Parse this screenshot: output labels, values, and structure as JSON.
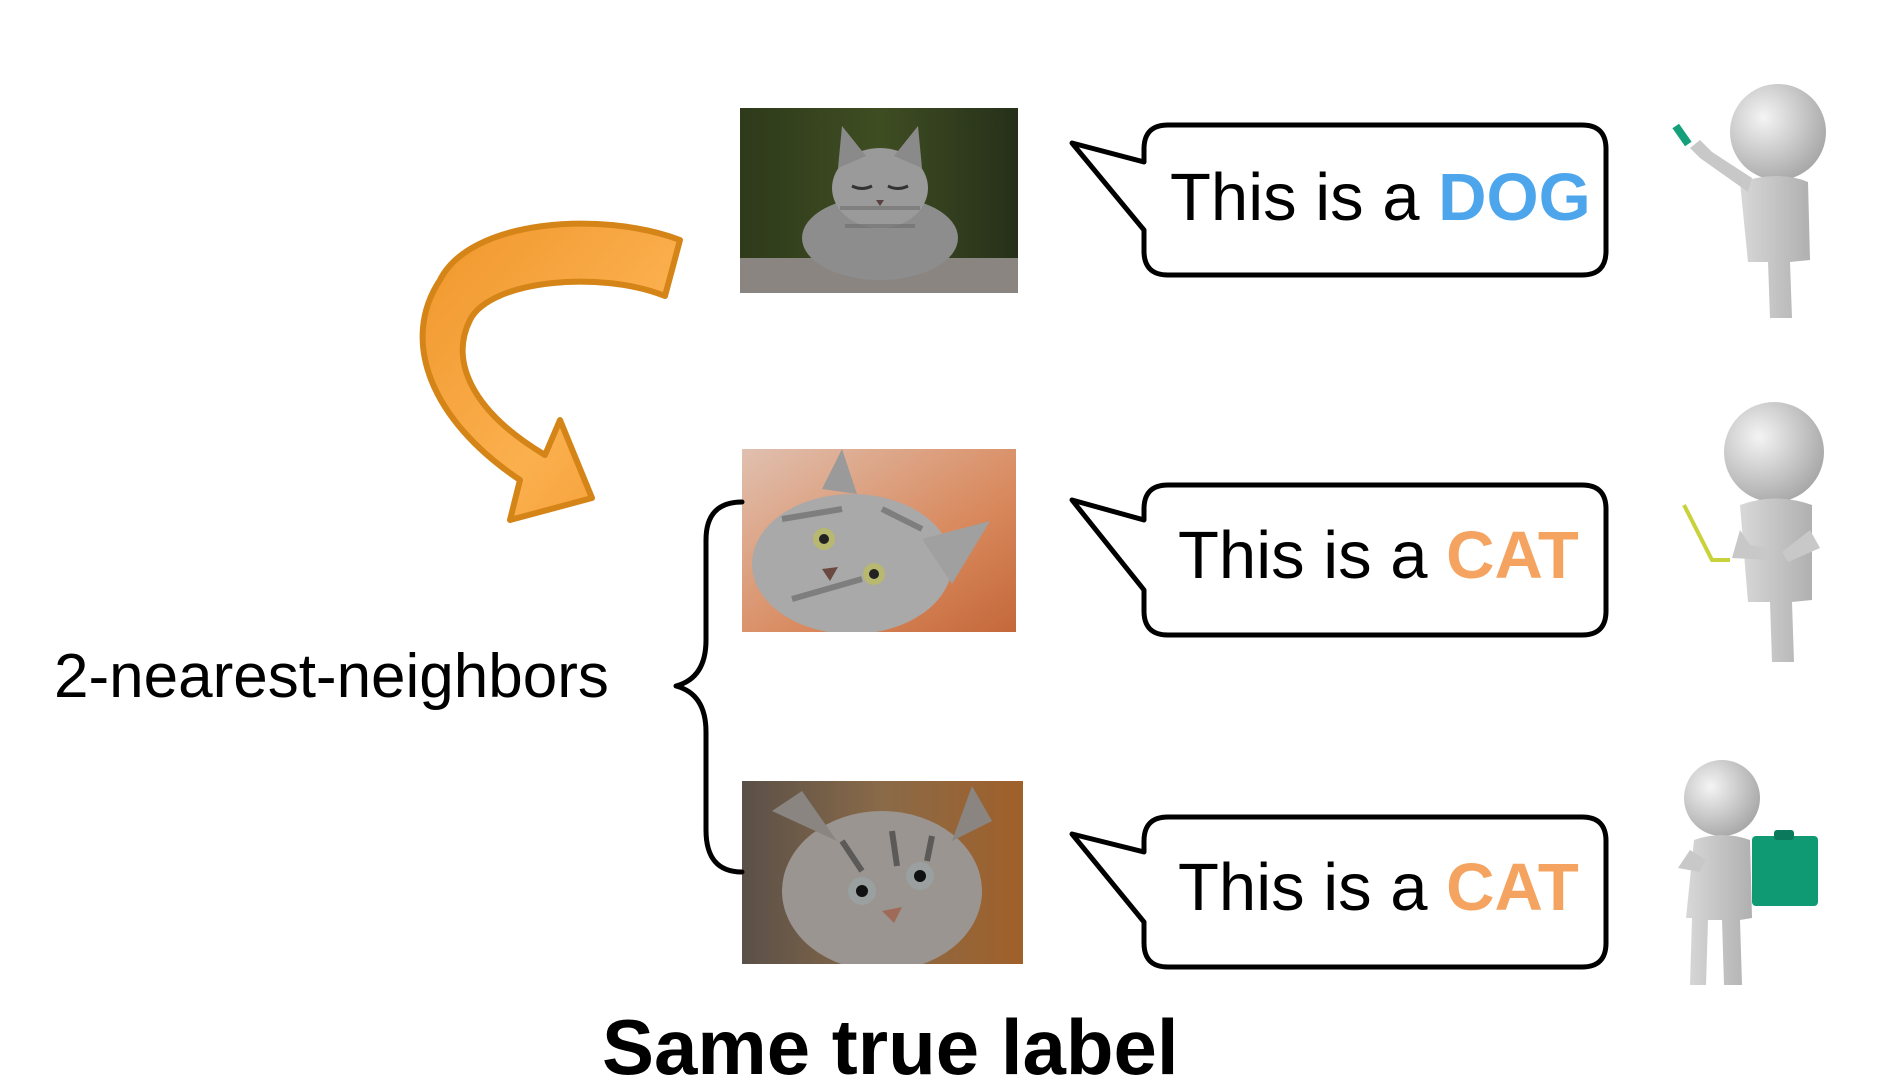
{
  "knn_label": "2-nearest-neighbors",
  "caption": "Same true label",
  "rows": [
    {
      "prefix": "This is a ",
      "label": "DOG"
    },
    {
      "prefix": "This is a ",
      "label": "CAT"
    },
    {
      "prefix": "This is a ",
      "label": "CAT"
    }
  ],
  "colors": {
    "dog_label": "#4da6ec",
    "cat_label": "#f4a460",
    "arrow_fill": "#f7a23e",
    "arrow_stroke": "#d58518",
    "figure_gray": "#c8c8c8",
    "clipboard": "#0f9a74",
    "marker": "#14a07a",
    "pointer": "#c9d23a"
  },
  "icons": [
    "curved-arrow-icon",
    "cat-photo",
    "speech-bubble",
    "annotator-figure-icon",
    "brace-icon"
  ]
}
